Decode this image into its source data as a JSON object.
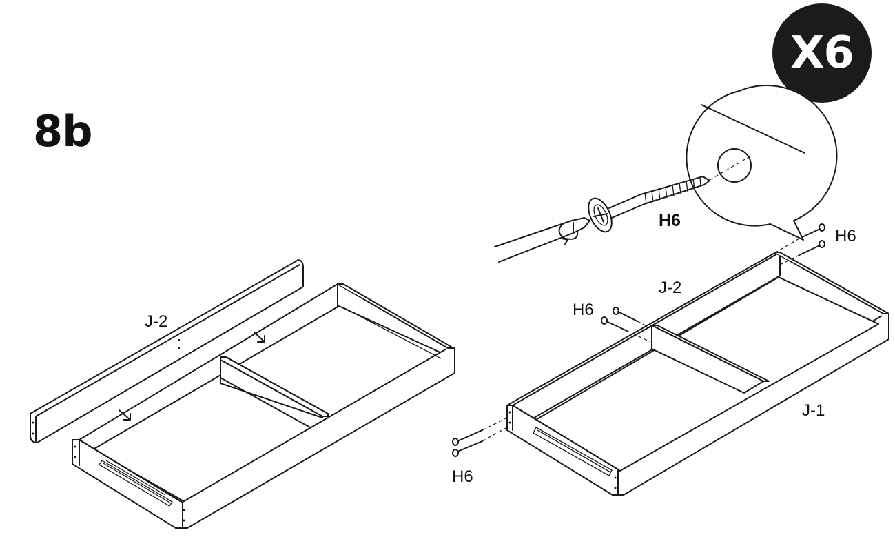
{
  "step": {
    "label": "8b"
  },
  "quantity": {
    "label": "X6"
  },
  "left_assembly": {
    "panel_label": "J-2"
  },
  "right_assembly": {
    "back_panel_label": "J-2",
    "front_panel_label": "J-1",
    "screw_labels": [
      "H6",
      "H6",
      "H6"
    ]
  },
  "detail_callout": {
    "screw_label": "H6"
  },
  "icons": [
    "screwdriver-icon",
    "rotate-arrow-icon",
    "insert-arrow-icon",
    "screw-icon",
    "drawer-slide-icon"
  ]
}
